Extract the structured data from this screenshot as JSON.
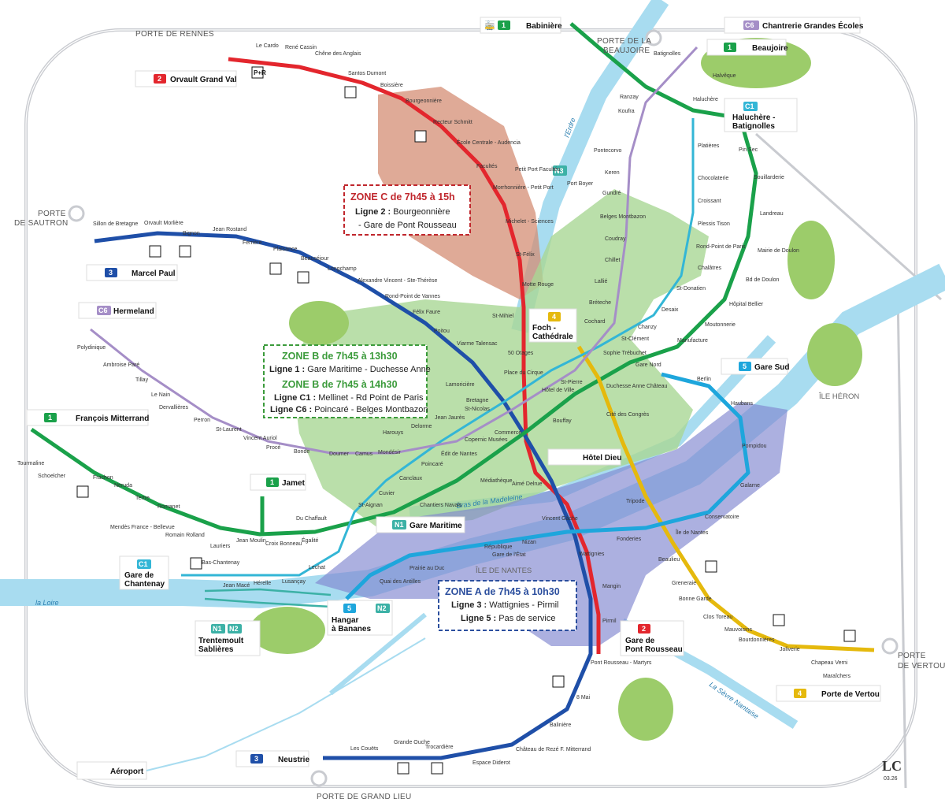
{
  "colors": {
    "line1": "#1aa14a",
    "line2": "#e3262d",
    "line3": "#1f4fa8",
    "line4": "#e5b90d",
    "line5": "#1ea6dc",
    "c1": "#33b6d6",
    "c6": "#a58ec7",
    "navibus": "#3cb1a6",
    "river": "#a8dcf0",
    "zoneA": "#7f86cf",
    "zoneB": "#a9d795",
    "zoneC": "#d48e74"
  },
  "gates": {
    "rennes": "PORTE DE RENNES",
    "beaujoire_1": "PORTE DE LA",
    "beaujoire_2": "BEAUJOIRE",
    "sautron_1": "PORTE",
    "sautron_2": "DE SAUTRON",
    "vertou_1": "PORTE",
    "vertou_2": "DE VERTOU",
    "grand_lieu": "PORTE DE GRAND LIEU"
  },
  "geo": {
    "loire": "la Loire",
    "erdre": "l'Erdre",
    "ile_nantes": "ÎLE DE NANTES",
    "ile_heron": "ÎLE HÉRON",
    "bras_madeleine": "Bras de la Madeleine",
    "sevre": "La Sèvre Nantaise"
  },
  "zones": {
    "c": {
      "title": "ZONE C de 7h45 à 15h",
      "l1_bold": "Ligne 2 :",
      "l1": " Bourgeonnière",
      "l2": "- Gare de Pont Rousseau"
    },
    "b1": {
      "title": "ZONE B de 7h45 à 13h30",
      "l1_bold": "Ligne 1 :",
      "l1": " Gare Maritime - Duchesse Anne"
    },
    "b2": {
      "title": "ZONE B de 7h45 à 14h30",
      "l1_bold": "Ligne C1 :",
      "l1": " Mellinet - Rd Point de Paris",
      "l2_bold": "Ligne C6 :",
      "l2": " Poincaré - Belges Montbazon"
    },
    "a": {
      "title": "ZONE A de 7h45 à 10h30",
      "l1_bold": "Ligne 3 :",
      "l1": " Wattignies - Pirmil",
      "l2_bold": "Ligne 5 :",
      "l2": " Pas de service"
    }
  },
  "terminals": {
    "babiniere": {
      "badge": "1",
      "name": "Babinière"
    },
    "chantrerie": {
      "badge": "C6",
      "name": "Chantrerie Grandes Écoles"
    },
    "beaujoire": {
      "badge": "1",
      "name": "Beaujoire"
    },
    "haluchere": {
      "badge": "C1",
      "name1": "Haluchère -",
      "name2": "Batignolles"
    },
    "orvault": {
      "badge": "2",
      "name": "Orvault Grand Val"
    },
    "marcel_paul": {
      "badge": "3",
      "name": "Marcel Paul"
    },
    "hermeland": {
      "badge": "C6",
      "name": "Hermeland"
    },
    "mitterrand": {
      "badge": "1",
      "name": "François Mitterrand"
    },
    "jamet": {
      "badge": "1",
      "name": "Jamet"
    },
    "foch": {
      "badge": "4",
      "name1": "Foch -",
      "name2": "Cathédrale"
    },
    "gare_sud": {
      "badge": "5",
      "name": "Gare Sud"
    },
    "hotel_dieu": {
      "name": "Hôtel Dieu"
    },
    "gare_maritime": {
      "badge": "N1",
      "name": "Gare Maritime"
    },
    "chantenay": {
      "badge": "C1",
      "name1": "Gare de",
      "name2": "Chantenay"
    },
    "hangar": {
      "badge1": "5",
      "badge2": "N2",
      "name1": "Hangar",
      "name2": "à Bananes"
    },
    "trentemoult": {
      "badge1": "N1",
      "badge2": "N2",
      "name1": "Trentemoult",
      "name2": "Sablières"
    },
    "pont_rousseau": {
      "badge": "2",
      "name1": "Gare de",
      "name2": "Pont Rousseau"
    },
    "vertou": {
      "badge": "4",
      "name": "Porte de Vertou"
    },
    "neustrie": {
      "badge": "3",
      "name": "Neustrie"
    },
    "aeroport": {
      "name": "Aéroport"
    }
  },
  "navibus": {
    "n3": "N3",
    "n1": "N1",
    "n2": "N2",
    "n3_stop": "Port Boyer"
  },
  "stations": {
    "l2": [
      "Le Cardo",
      "René Cassin",
      "Chêne des Anglais",
      "Santos Dumont",
      "Boissière",
      "Bourgeonnière",
      "Recteur Schmitt",
      "École Centrale - Audencia",
      "Facultés",
      "Morrhonnière - Petit Port",
      "Michelet - Sciences",
      "St-Félix",
      "Motte Rouge",
      "St-Mihiel",
      "50 Otages",
      "Place du Cirque",
      "Aimé Delrue",
      "Vincent Gâche",
      "Wattignies",
      "Mangin",
      "Pirmil",
      "Pont Rousseau - Martyrs"
    ],
    "l3": [
      "Sillon de Bretagne",
      "Orvault Morlière",
      "Bignon",
      "Jean Rostand",
      "Ferrière",
      "Plaisance",
      "Beauséjour",
      "Longchamp",
      "Alexandre Vincent - Ste-Thérèse",
      "Rond-Point de Vannes",
      "Félix Faure",
      "Poitou",
      "Viarme Talensac",
      "Bretagne",
      "Médiathèque",
      "Chantiers Navals",
      "8 Mai",
      "Balinière",
      "Château de Rezé F. Mitterrand",
      "Espace Diderot",
      "Trocardière",
      "Grande Ouche",
      "Les Couëts"
    ],
    "l1": [
      "Tourmaline",
      "Schoelcher",
      "Frachon",
      "Neruda",
      "Tertre",
      "Romanet",
      "Mendès France - Bellevue",
      "Romain Rolland",
      "Lauriers",
      "Jean Moulin",
      "Croix Bonneau",
      "Égalité",
      "Du Chaffault",
      "Commerce",
      "Bouffay",
      "Duchesse Anne Château",
      "Gare Nord",
      "Manufacture",
      "Moutonnerie",
      "Hôpital Bellier",
      "Bd de Doulon",
      "Mairie de Doulon",
      "Landreau",
      "Souillarderie",
      "Pin Sec",
      "Haluchère",
      "Halvêque",
      "Batignolles",
      "Ranzay"
    ],
    "l4": [
      "Cité des Congrès",
      "Tripode",
      "Île de Nantes",
      "Bonne Garde",
      "Clos Toreau",
      "Mauvoisins",
      "Bourdonnières",
      "Joliverie",
      "Chapeau Verni",
      "Maraîchers"
    ],
    "l5": [
      "Berlin",
      "Haubans",
      "Pompidou",
      "Galarne",
      "Conservatoire",
      "Fonderies",
      "Gare de l'État",
      "République",
      "Prairie au Duc",
      "Quai des Antilles",
      "Nizan"
    ],
    "c1": [
      "Platières",
      "Chocolaterie",
      "Croissant",
      "Plessis Tison",
      "Rond-Point de Paris",
      "Chalâtres",
      "St-Donatien",
      "Desaix",
      "St-Clément",
      "Chanzy",
      "Sophie Trébuchet",
      "St-Pierre",
      "Hôtel de Ville",
      "St-Nicolas",
      "Copernic Musées",
      "Édit de Nantes",
      "Canclaux",
      "Cuvier",
      "St-Aignan",
      "Lechat",
      "Lusançay",
      "Hérelle",
      "Jean Macé",
      "Bas-Chantenay",
      "Beaulieu",
      "Greneraie"
    ],
    "c6": [
      "Polydinique",
      "Ambroise Paré",
      "Tillay",
      "Le Nain",
      "Dervallières",
      "Perron",
      "St-Laurent",
      "Vincent Auriol",
      "Procé",
      "Doumer",
      "Camus",
      "Mondésir",
      "Harouys",
      "Delorme",
      "Jean Jaurès",
      "Lamoricière",
      "Poincaré",
      "Bonde",
      "Cochard",
      "Bréteche",
      "Lallié",
      "Chillet",
      "Coudray",
      "Belges Montbazon",
      "Gundré",
      "Keren",
      "Pontecorvo",
      "Koufra",
      "Petit Port Facultés"
    ]
  },
  "parking": "P+R",
  "logo": {
    "text": "LC",
    "date": "03.26"
  }
}
